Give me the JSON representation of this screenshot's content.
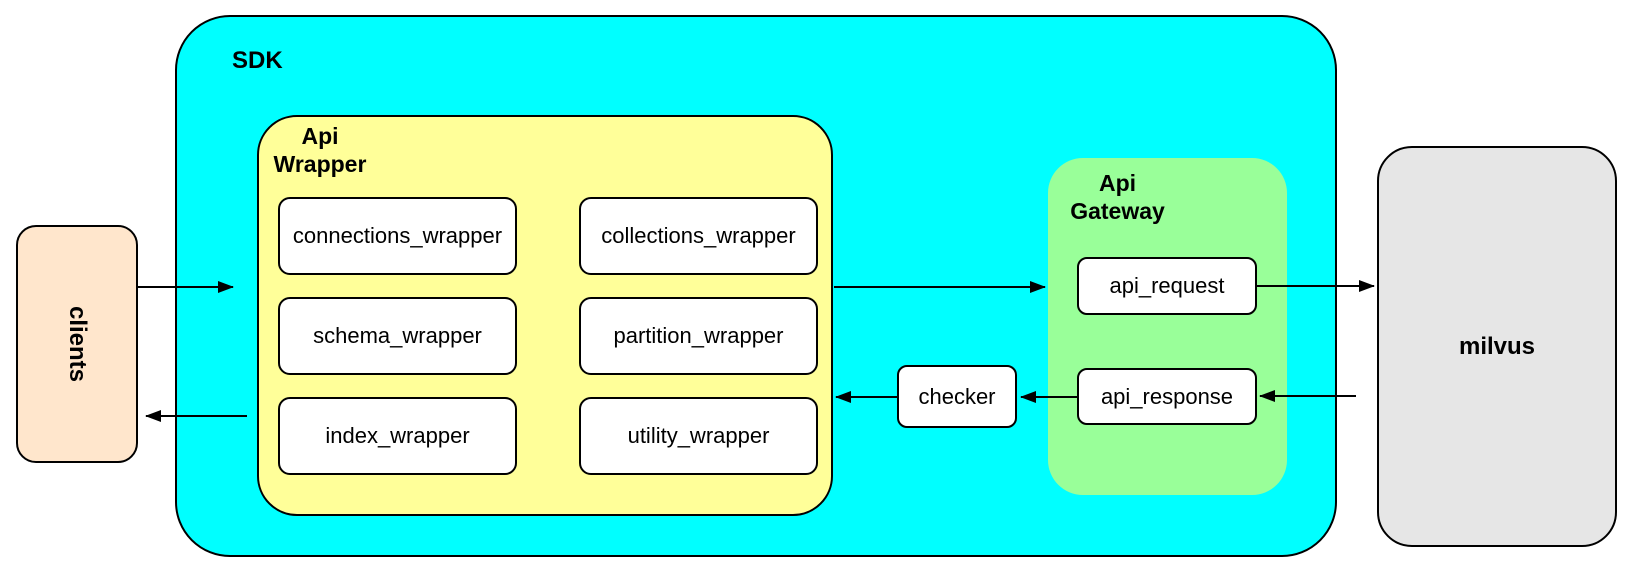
{
  "colors": {
    "sdk": "#00ffff",
    "api_wrapper": "#ffff99",
    "api_gateway": "#99ff99",
    "clients": "#ffe6cc",
    "milvus": "#e6e6e6",
    "node_bg": "#ffffff",
    "border": "#000000"
  },
  "nodes": {
    "clients": {
      "label": "clients"
    },
    "sdk": {
      "label": "SDK"
    },
    "api_wrapper": {
      "label": "Api\nWrapper",
      "children": [
        "connections_wrapper",
        "collections_wrapper",
        "schema_wrapper",
        "partition_wrapper",
        "index_wrapper",
        "utility_wrapper"
      ]
    },
    "api_gateway": {
      "label": "Api\nGateway",
      "children": [
        "api_request",
        "api_response"
      ]
    },
    "checker": {
      "label": "checker"
    },
    "milvus": {
      "label": "milvus"
    }
  },
  "edges": [
    {
      "from": "clients",
      "to": "sdk"
    },
    {
      "from": "api_wrapper",
      "to": "api_gateway"
    },
    {
      "from": "api_request",
      "to": "milvus"
    },
    {
      "from": "milvus",
      "to": "api_response"
    },
    {
      "from": "api_response",
      "to": "checker"
    },
    {
      "from": "checker",
      "to": "api_wrapper"
    },
    {
      "from": "sdk",
      "to": "clients"
    }
  ]
}
